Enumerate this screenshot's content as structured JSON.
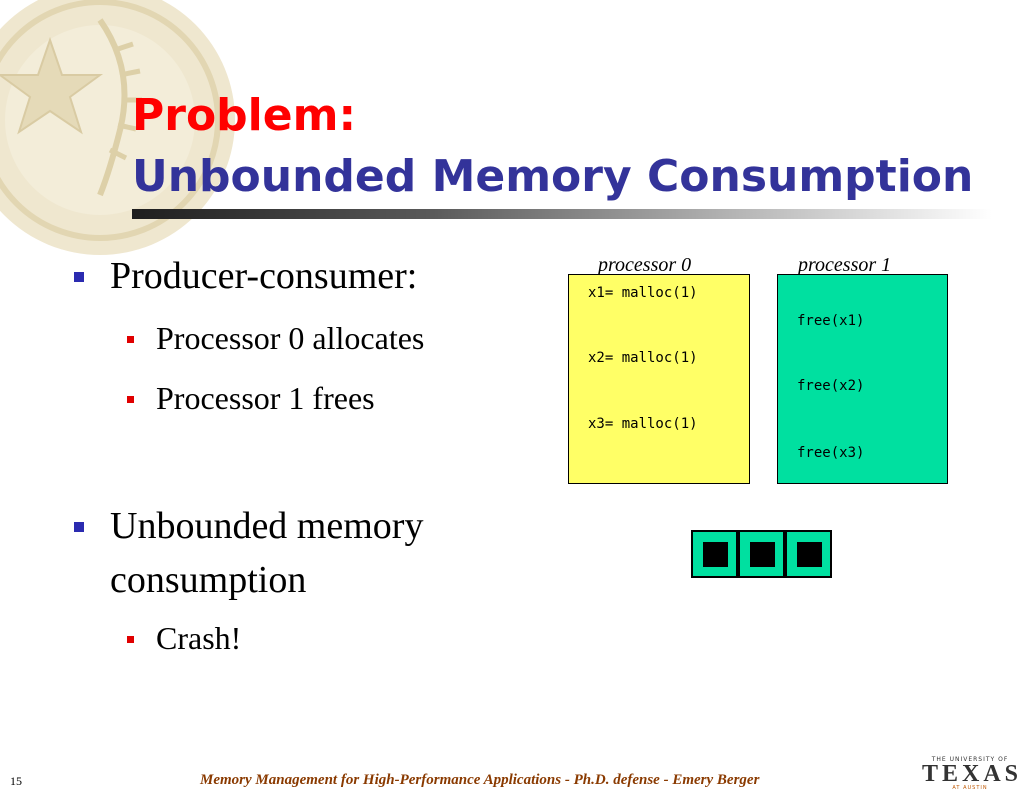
{
  "title": {
    "line1": "Problem:",
    "line2": "Unbounded Memory Consumption"
  },
  "bullets": [
    {
      "text_line1": "Producer-consumer:",
      "subs": [
        "Processor 0 allocates",
        "Processor 1 frees"
      ]
    },
    {
      "text_line1": "Unbounded memory",
      "text_line2": "consumption",
      "subs": [
        "Crash!"
      ]
    }
  ],
  "diagram": {
    "processor0": {
      "label": "processor 0",
      "lines": [
        "x1= malloc(1)",
        "x2= malloc(1)",
        "x3= malloc(1)"
      ],
      "color": "#ffff66"
    },
    "processor1": {
      "label": "processor 1",
      "lines": [
        "free(x1)",
        "free(x2)",
        "free(x3)"
      ],
      "color": "#00e0a0"
    },
    "memory_blocks_count": 3
  },
  "footer": {
    "text": "Memory Management for High-Performance Applications - Ph.D. defense - Emery Berger",
    "page_number": "15"
  },
  "logo": {
    "top": "THE UNIVERSITY OF",
    "main": "TEXAS",
    "bottom": "AT AUSTIN"
  },
  "colors": {
    "title_red": "#ff0000",
    "title_blue": "#33339a",
    "bullet_blue": "#2b2bb0",
    "sub_bullet_red": "#e00000",
    "footer": "#8a3a00"
  }
}
